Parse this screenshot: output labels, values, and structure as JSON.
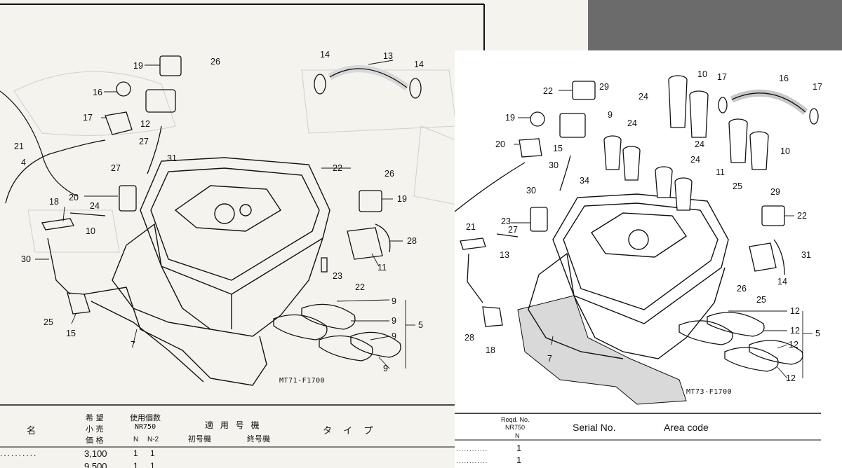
{
  "left_page": {
    "diagram_code": "MT71-F1700",
    "callouts": [
      "19",
      "26",
      "16",
      "17",
      "12",
      "27",
      "21",
      "4",
      "31",
      "27",
      "20",
      "18",
      "24",
      "10",
      "30",
      "25",
      "15",
      "7",
      "14",
      "13",
      "14",
      "22",
      "26",
      "19",
      "28",
      "11",
      "23",
      "22",
      "9",
      "9",
      "9",
      "9",
      "5"
    ],
    "table_header": {
      "name_col": "名",
      "price_lines": [
        "希 望",
        "小 売",
        "価 格"
      ],
      "qty_title": "使用個数",
      "qty_model": "NR750",
      "qty_cols": [
        "N",
        "N-2"
      ],
      "serial_title": "適 用 号 機",
      "serial_from": "初号機",
      "serial_to": "終号機",
      "type_col": "タ イ プ"
    },
    "rows": [
      {
        "price": "3,100",
        "q1": "1",
        "q2": "1"
      },
      {
        "price": "9,500",
        "q1": "1",
        "q2": "1"
      }
    ]
  },
  "right_page": {
    "diagram_code": "MT73-F1700",
    "callouts": [
      "22",
      "29",
      "10",
      "17",
      "16",
      "17",
      "19",
      "9",
      "24",
      "24",
      "20",
      "15",
      "24",
      "10",
      "30",
      "24",
      "11",
      "30",
      "34",
      "25",
      "29",
      "23",
      "27",
      "22",
      "21",
      "13",
      "31",
      "14",
      "26",
      "25",
      "12",
      "12",
      "12",
      "12",
      "5",
      "28",
      "18",
      "7"
    ],
    "table_header": {
      "reqd_line1": "Reqd. No.",
      "reqd_line2": "NR750",
      "reqd_line3": "N",
      "serial": "Serial No.",
      "area": "Area code"
    },
    "rows": [
      {
        "qty": "1"
      },
      {
        "qty": "1"
      }
    ]
  }
}
